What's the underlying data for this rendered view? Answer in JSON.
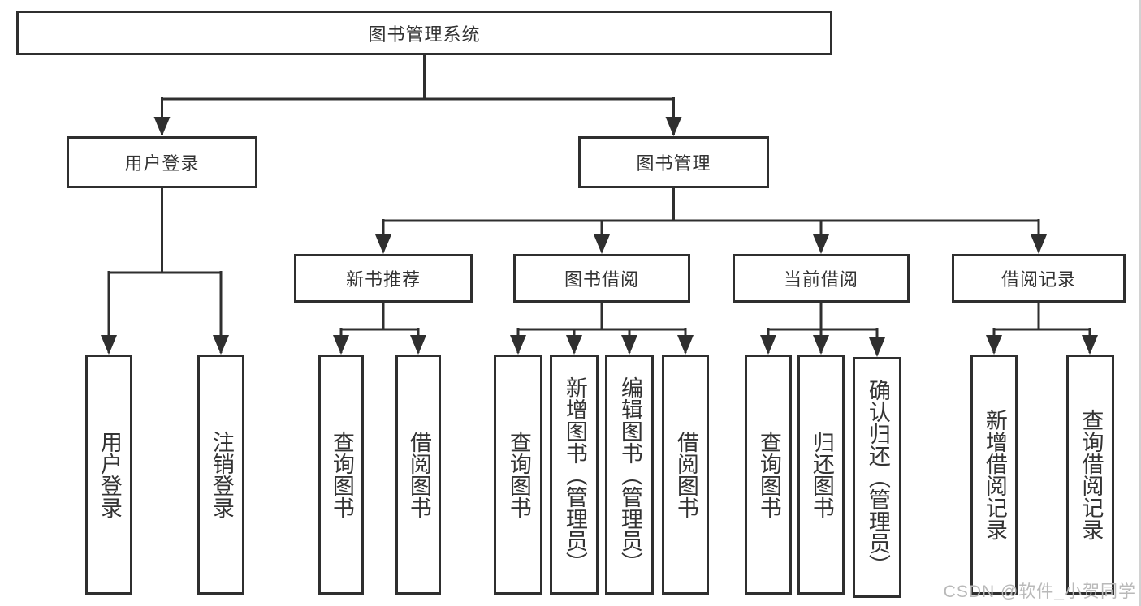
{
  "diagram_title": "图书管理系统",
  "tree": {
    "root": {
      "label": "图书管理系统",
      "children": [
        {
          "label": "用户登录",
          "children": [
            {
              "label": "用户登录"
            },
            {
              "label": "注销登录"
            }
          ]
        },
        {
          "label": "图书管理",
          "children": [
            {
              "label": "新书推荐",
              "children": [
                {
                  "label": "查询图书"
                },
                {
                  "label": "借阅图书"
                }
              ]
            },
            {
              "label": "图书借阅",
              "children": [
                {
                  "label": "查询图书"
                },
                {
                  "label": "新增图书（管理员）"
                },
                {
                  "label": "编辑图书（管理员）"
                },
                {
                  "label": "借阅图书"
                }
              ]
            },
            {
              "label": "当前借阅",
              "children": [
                {
                  "label": "查询图书"
                },
                {
                  "label": "归还图书"
                },
                {
                  "label": "确认归还（管理员）"
                }
              ]
            },
            {
              "label": "借阅记录",
              "children": [
                {
                  "label": "新增借阅记录"
                },
                {
                  "label": "查询借阅记录"
                }
              ]
            }
          ]
        }
      ]
    }
  },
  "watermark": {
    "text": "CSDN @软件_小贺同学"
  },
  "colors": {
    "line": "#2f2f2f",
    "text": "#333333",
    "background": "#ffffff",
    "watermark": "#b9b9b9"
  }
}
